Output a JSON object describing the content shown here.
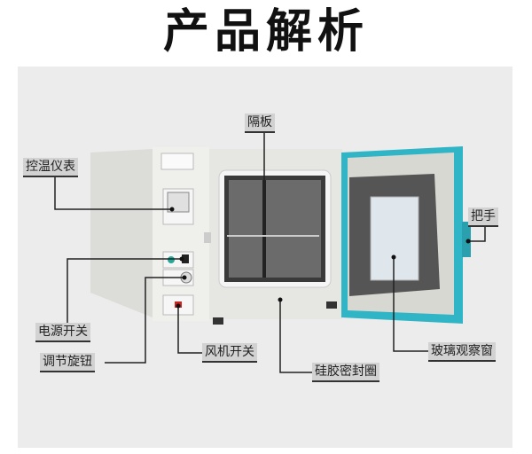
{
  "title": "产品解析",
  "labels": {
    "partition": "隔板",
    "temp_controller": "控温仪表",
    "handle": "把手",
    "power_switch": "电源开关",
    "adjust_knob": "调节旋钮",
    "fan_switch": "风机开关",
    "glass_window": "玻璃观察窗",
    "silicone_seal": "硅胶密封圈"
  },
  "colors": {
    "door": "#2fb5c6",
    "panel": "#ececec",
    "body": "#e6e6e2"
  }
}
